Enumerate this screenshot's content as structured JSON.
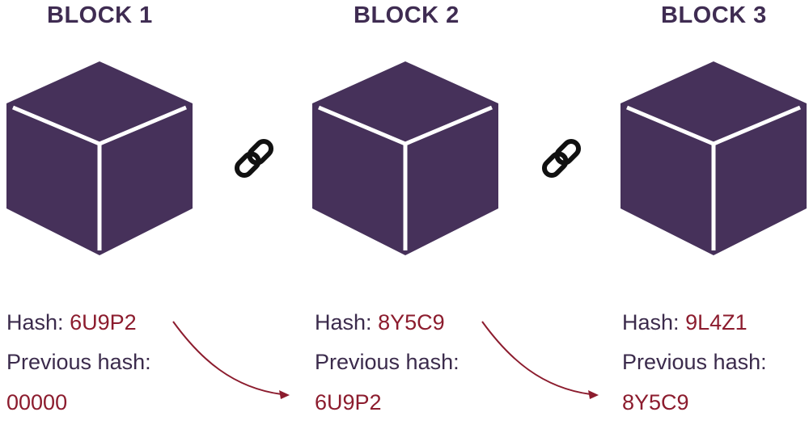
{
  "colors": {
    "cube_face": "#46315a",
    "edge": "#ffffff",
    "hash": "#8c1c2e",
    "text": "#3b2b4c",
    "title": "#3f2c52"
  },
  "icons": {
    "link": "link-icon"
  },
  "blocks": [
    {
      "title": "BLOCK 1",
      "hash_label": "Hash:",
      "hash": "6U9P2",
      "prev_label": "Previous hash:",
      "prev_hash": "00000"
    },
    {
      "title": "BLOCK 2",
      "hash_label": "Hash:",
      "hash": "8Y5C9",
      "prev_label": "Previous hash:",
      "prev_hash": "6U9P2"
    },
    {
      "title": "BLOCK 3",
      "hash_label": "Hash:",
      "hash": "9L4Z1",
      "prev_label": "Previous hash:",
      "prev_hash": "8Y5C9"
    }
  ]
}
